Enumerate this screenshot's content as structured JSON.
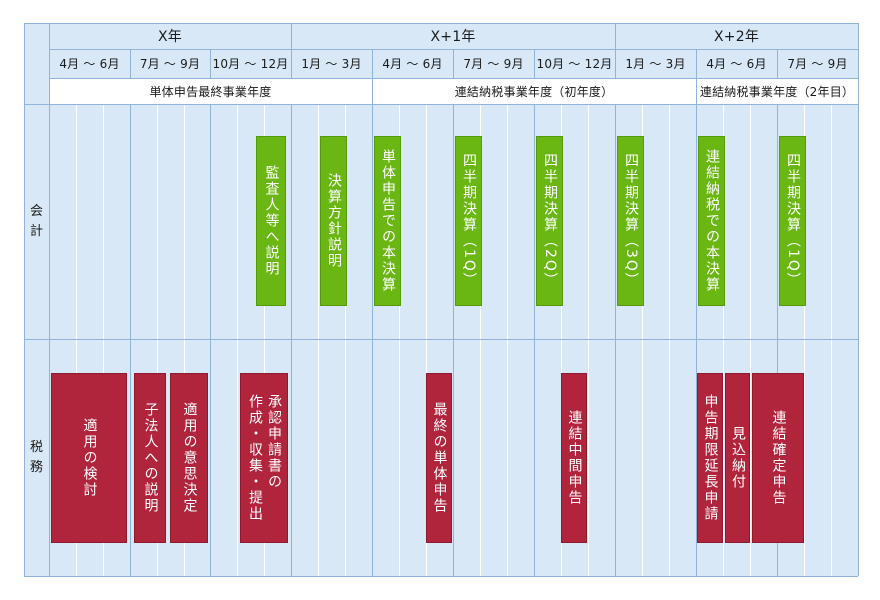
{
  "years": [
    "X年",
    "X+1年",
    "X+2年"
  ],
  "periods": [
    "4月 ～ 6月",
    "7月 ～ 9月",
    "10月 ～ 12月",
    "1月 ～ 3月",
    "4月 ～ 6月",
    "7月 ～ 9月",
    "10月 ～ 12月",
    "1月 ～ 3月",
    "4月 ～ 6月",
    "7月 ～ 9月"
  ],
  "fiscal_years": [
    "単体申告最終事業年度",
    "連結納税事業年度（初年度）",
    "連結納税事業年度（2年目）"
  ],
  "rows": {
    "accounting": [
      "会",
      "計"
    ],
    "tax": [
      "税",
      "務"
    ]
  },
  "accounting_tasks": [
    {
      "text": "監査人等へ説明"
    },
    {
      "text": "決算方針説明"
    },
    {
      "text": "単体申告での本決算"
    },
    {
      "text": "四半期決算（1Q）"
    },
    {
      "text": "四半期決算（2Q）"
    },
    {
      "text": "四半期決算（3Q）"
    },
    {
      "text": "連結納税での本決算"
    },
    {
      "text": "四半期決算（1Q）"
    }
  ],
  "tax_tasks": [
    {
      "text": "適用の検討"
    },
    {
      "text": "子法人への説明"
    },
    {
      "text": "適用の意思決定"
    },
    {
      "text": "承認申請書の\n作成・収集・提出"
    },
    {
      "text": "最終の単体申告"
    },
    {
      "text": "連結中間申告"
    },
    {
      "text": "申告期限延長申請"
    },
    {
      "text": "見込納付"
    },
    {
      "text": "連結確定申告"
    }
  ],
  "colors": {
    "accounting_bar": "#6ab613",
    "tax_bar": "#b0243c",
    "grid_bg": "#d8e8f7",
    "grid_line": "#8fb3d9"
  }
}
